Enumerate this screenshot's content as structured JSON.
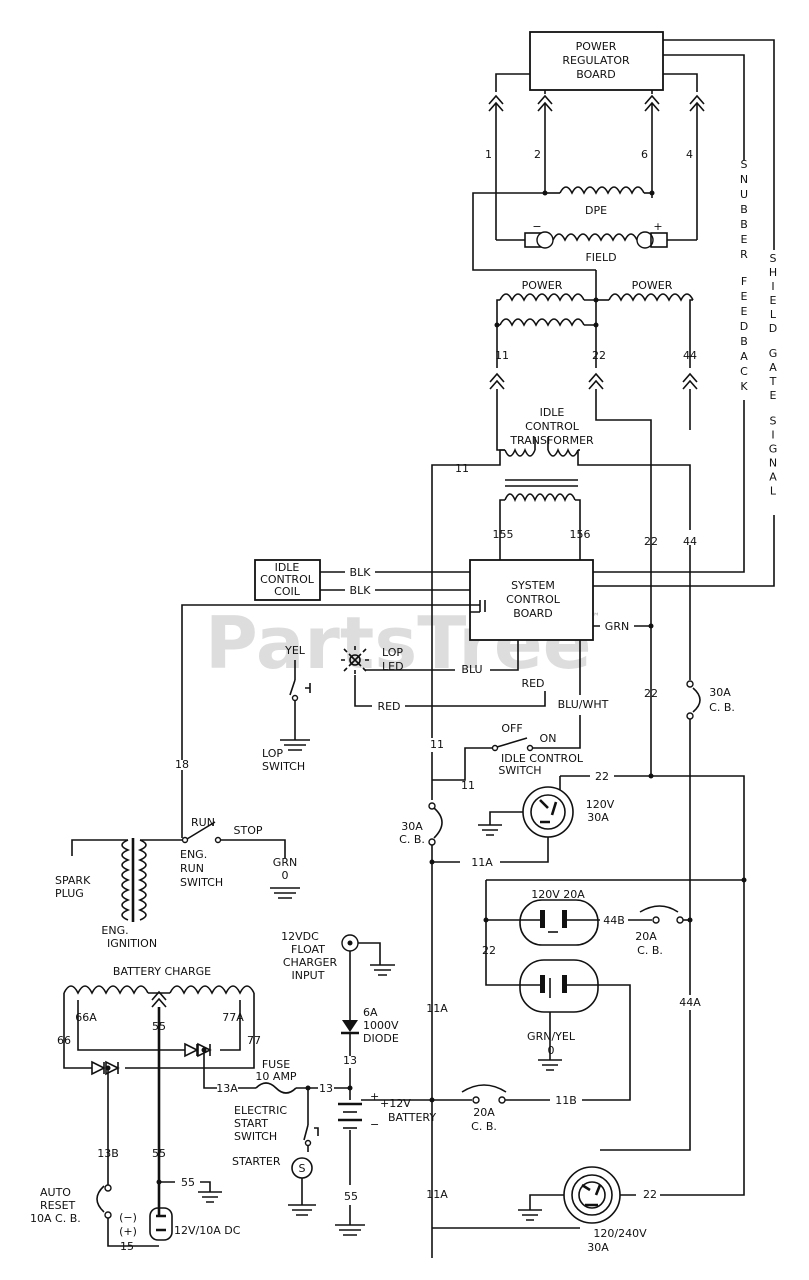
{
  "boards": {
    "power_regulator": [
      "POWER",
      "REGULATOR",
      "BOARD"
    ],
    "system_control": [
      "SYSTEM",
      "CONTROL",
      "BOARD"
    ],
    "idle_control_coil": [
      "IDLE",
      "CONTROL",
      "COIL"
    ],
    "idle_control_transformer": [
      "IDLE",
      "CONTROL",
      "TRANSFORMER"
    ]
  },
  "regulator_pins": [
    "1",
    "2",
    "6",
    "4"
  ],
  "windings": {
    "dpe": "DPE",
    "field": "FIELD",
    "field_minus": "−",
    "field_plus": "+",
    "power_left": "POWER",
    "power_right": "POWER",
    "battery_charge": "BATTERY CHARGE",
    "eng_ignition": [
      "ENG.",
      "IGNITION"
    ],
    "spark_plug": [
      "SPARK",
      "PLUG"
    ]
  },
  "side_labels": {
    "snubber_feedback": "SNUBBER FEEDBACK",
    "shield_gate_signal": "SHIELD GATE SIGNAL"
  },
  "wire_labels": {
    "w11": "11",
    "w22": "22",
    "w44": "44",
    "w155": "155",
    "w156": "156",
    "blk1": "BLK",
    "blk2": "BLK",
    "grn": "GRN",
    "blu": "BLU",
    "red": "RED",
    "red2": "RED",
    "blu_wht": "BLU/WHT",
    "yel": "YEL",
    "w18": "18",
    "w11a": "11A",
    "w11b": "11B",
    "w44a": "44A",
    "w44b": "44B",
    "w66": "66",
    "w66a": "66A",
    "w55": "55",
    "w77": "77",
    "w77a": "77A",
    "w13": "13",
    "w13a": "13A",
    "w13b": "13B",
    "w15": "15",
    "w55b": "55",
    "w0": "0"
  },
  "components": {
    "low_led": [
      "LOP",
      "LED"
    ],
    "lop_switch": [
      "LOP",
      "SWITCH"
    ],
    "off": "OFF",
    "on": "ON",
    "idle_control_switch": [
      "IDLE CONTROL",
      "SWITCH"
    ],
    "cb_30a_right": [
      "30A",
      "C. B."
    ],
    "cb_30a_left": [
      "30A",
      "C. B."
    ],
    "cb_20a_a": [
      "20A",
      "C. B."
    ],
    "cb_20a_b": [
      "20A",
      "C. B."
    ],
    "outlet_120v_30a": [
      "120V",
      "30A"
    ],
    "outlet_120v_20a": "120V 20A",
    "grn_yel": [
      "GRN/YEL",
      "0"
    ],
    "outlet_120_240v": [
      "120/240V",
      "30A"
    ],
    "run": "RUN",
    "stop": "STOP",
    "eng_run_switch": [
      "ENG.",
      "RUN",
      "SWITCH"
    ],
    "grn_0": [
      "GRN",
      "0"
    ],
    "charger_input": [
      "12VDC",
      "FLOAT",
      "CHARGER",
      "INPUT"
    ],
    "diode": [
      "6A",
      "1000V",
      "DIODE"
    ],
    "fuse": [
      "FUSE",
      "10 AMP"
    ],
    "battery": [
      "+12V",
      "BATTERY"
    ],
    "battery_plus": "+",
    "battery_minus": "−",
    "electric_start_switch": [
      "ELECTRIC",
      "START",
      "SWITCH"
    ],
    "starter": "STARTER",
    "starter_symbol": "S",
    "auto_reset": [
      "AUTO",
      "RESET",
      "10A C. B."
    ],
    "dc_outlet": "12V/10A DC",
    "dc_minus": "(−)",
    "dc_plus": "(+)"
  },
  "watermark": "PartsTree",
  "watermark_tm": "™"
}
